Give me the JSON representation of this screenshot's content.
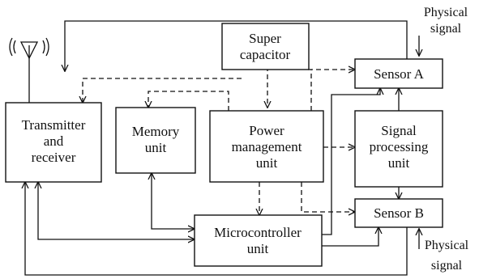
{
  "blocks": {
    "transmitter": [
      "Transmitter",
      "and",
      "receiver"
    ],
    "memory": [
      "Memory",
      "unit"
    ],
    "supercap": [
      "Super",
      "capacitor"
    ],
    "power": [
      "Power",
      "management",
      "unit"
    ],
    "sensor_a": [
      "Sensor A"
    ],
    "signal_proc": [
      "Signal",
      "processing",
      "unit"
    ],
    "sensor_b": [
      "Sensor B"
    ],
    "microcontroller": [
      "Microcontroller",
      "unit"
    ]
  },
  "signals": {
    "top": [
      "Physical",
      "signal"
    ],
    "bottom": [
      "Physical",
      "signal"
    ]
  },
  "icons": {
    "antenna": "antenna-icon"
  }
}
